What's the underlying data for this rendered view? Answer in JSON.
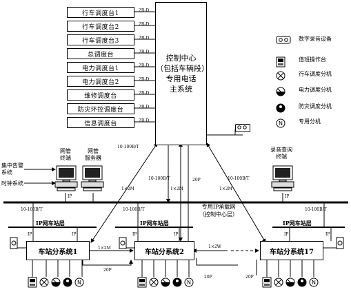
{
  "dispatch_boards": [
    {
      "label": "行车调度台1",
      "link": "2B-D"
    },
    {
      "label": "行车调度台2",
      "link": "2B-D"
    },
    {
      "label": "行车调度台3",
      "link": "2B-D"
    },
    {
      "label": "总调度台",
      "link": "2B-D"
    },
    {
      "label": "电力调度台1",
      "link": "2B-D"
    },
    {
      "label": "电力调度台2",
      "link": "2B-D"
    },
    {
      "label": "维修调度台",
      "link": "2B-D"
    },
    {
      "label": "防灾环控调度台",
      "link": "2B-D"
    },
    {
      "label": "信息调度台",
      "link": "2B-D"
    }
  ],
  "control_center": {
    "line1": "控制中心",
    "line2": "（包括车辆段）",
    "line3": "专用电话",
    "line4": "主系统"
  },
  "legend": [
    {
      "label": "数字录音设备",
      "icon": "recorder-icon"
    },
    {
      "label": "值班操作台",
      "icon": "console-icon"
    },
    {
      "label": "行车调度分机",
      "icon": "train-extension-icon"
    },
    {
      "label": "电力调度分机",
      "icon": "power-extension-icon"
    },
    {
      "label": "防灾调度分机",
      "icon": "disaster-extension-icon"
    },
    {
      "label": "专用分机",
      "icon": "dedicated-extension-icon"
    }
  ],
  "left_side": {
    "alarm_l1": "集中告警",
    "alarm_l2": "系统",
    "clock": "时钟系统",
    "nm_terminal_l1": "网管",
    "nm_terminal_l2": "终端",
    "nm_server_l1": "网管",
    "nm_server_l2": "服务器",
    "ip": "IP"
  },
  "right_side": {
    "rec_l1": "录音查询",
    "rec_l2": "终端",
    "ip": "IP"
  },
  "links": {
    "eth": "10-100B/T",
    "e1": "1×2M",
    "e1_small": "1×2W",
    "p20": "20P"
  },
  "network": {
    "line1": "专用IP承载网",
    "line2": "（控制中心层）"
  },
  "stations": [
    {
      "name": "车站分系统1",
      "layer": "IP网车站层"
    },
    {
      "name": "车站分系统2",
      "layer": "IP网车站层"
    },
    {
      "name": "车站分系统17",
      "layer": "IP网车站层"
    }
  ],
  "ip": "IP"
}
